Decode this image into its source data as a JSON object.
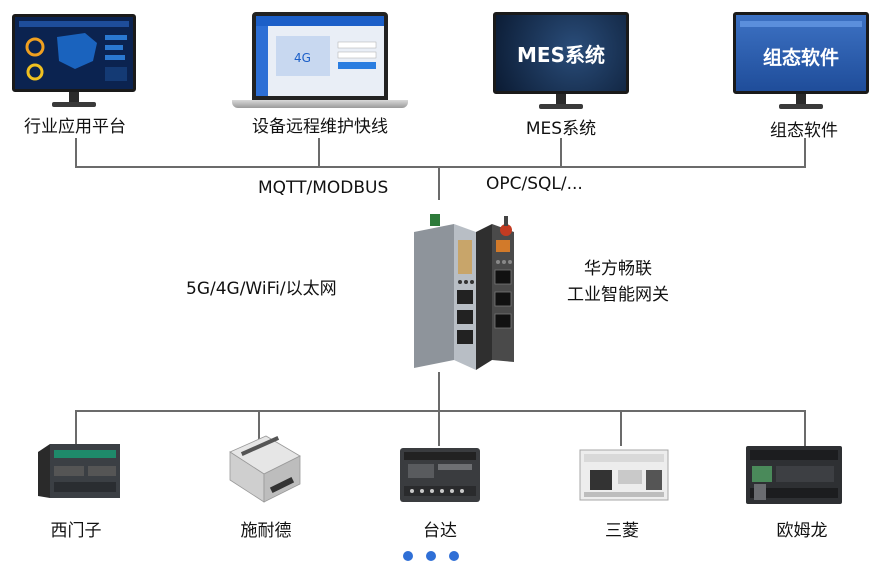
{
  "top_systems": [
    {
      "label": "行业应用平台"
    },
    {
      "label": "设备远程维护快线"
    },
    {
      "label": "MES系统",
      "screen_text": "MES系统"
    },
    {
      "label": "组态软件",
      "screen_text": "组态软件"
    }
  ],
  "protocols": {
    "left": "MQTT/MODBUS",
    "right": "OPC/SQL/..."
  },
  "network": "5G/4G/WiFi/以太网",
  "gateway": {
    "line1": "华方畅联",
    "line2": "工业智能网关"
  },
  "devices": [
    {
      "label": "西门子"
    },
    {
      "label": "施耐德"
    },
    {
      "label": "台达"
    },
    {
      "label": "三菱"
    },
    {
      "label": "欧姆龙"
    }
  ],
  "pagination": {
    "count": 3
  },
  "colors": {
    "line": "#6b6b6b",
    "dot": "#2f6fd6",
    "screen_bg": "#0d1f3a"
  }
}
